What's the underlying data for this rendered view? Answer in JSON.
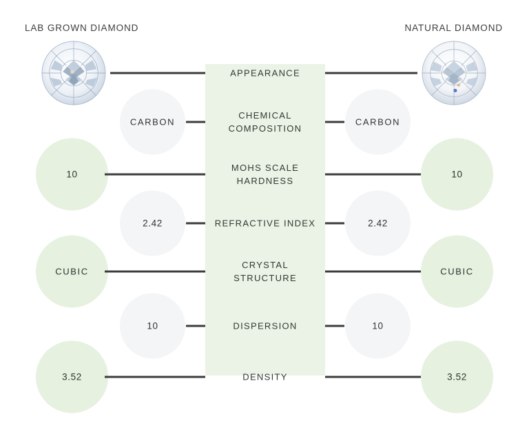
{
  "headers": {
    "left": "LAB GROWN DIAMOND",
    "right": "NATURAL DIAMOND"
  },
  "images": {
    "left_diamond": "round-brilliant-diamond-icon",
    "right_diamond": "round-brilliant-diamond-icon"
  },
  "colors": {
    "band": "#eaf3e6",
    "bubble_green": "#e6f1e0",
    "bubble_grey": "#f4f5f7",
    "line": "#3a3d3b",
    "text": "#303430",
    "background": "#ffffff"
  },
  "rows": [
    {
      "label": "APPEARANCE",
      "left_value": "",
      "right_value": "",
      "style": "image"
    },
    {
      "label": "CHEMICAL\nCOMPOSITION",
      "left_value": "CARBON",
      "right_value": "CARBON",
      "style": "grey"
    },
    {
      "label": "MOHS SCALE\nHARDNESS",
      "left_value": "10",
      "right_value": "10",
      "style": "green"
    },
    {
      "label": "REFRACTIVE INDEX",
      "left_value": "2.42",
      "right_value": "2.42",
      "style": "grey"
    },
    {
      "label": "CRYSTAL\nSTRUCTURE",
      "left_value": "CUBIC",
      "right_value": "CUBIC",
      "style": "green"
    },
    {
      "label": "DISPERSION",
      "left_value": "10",
      "right_value": "10",
      "style": "grey"
    },
    {
      "label": "DENSITY",
      "left_value": "3.52",
      "right_value": "3.52",
      "style": "green"
    }
  ]
}
